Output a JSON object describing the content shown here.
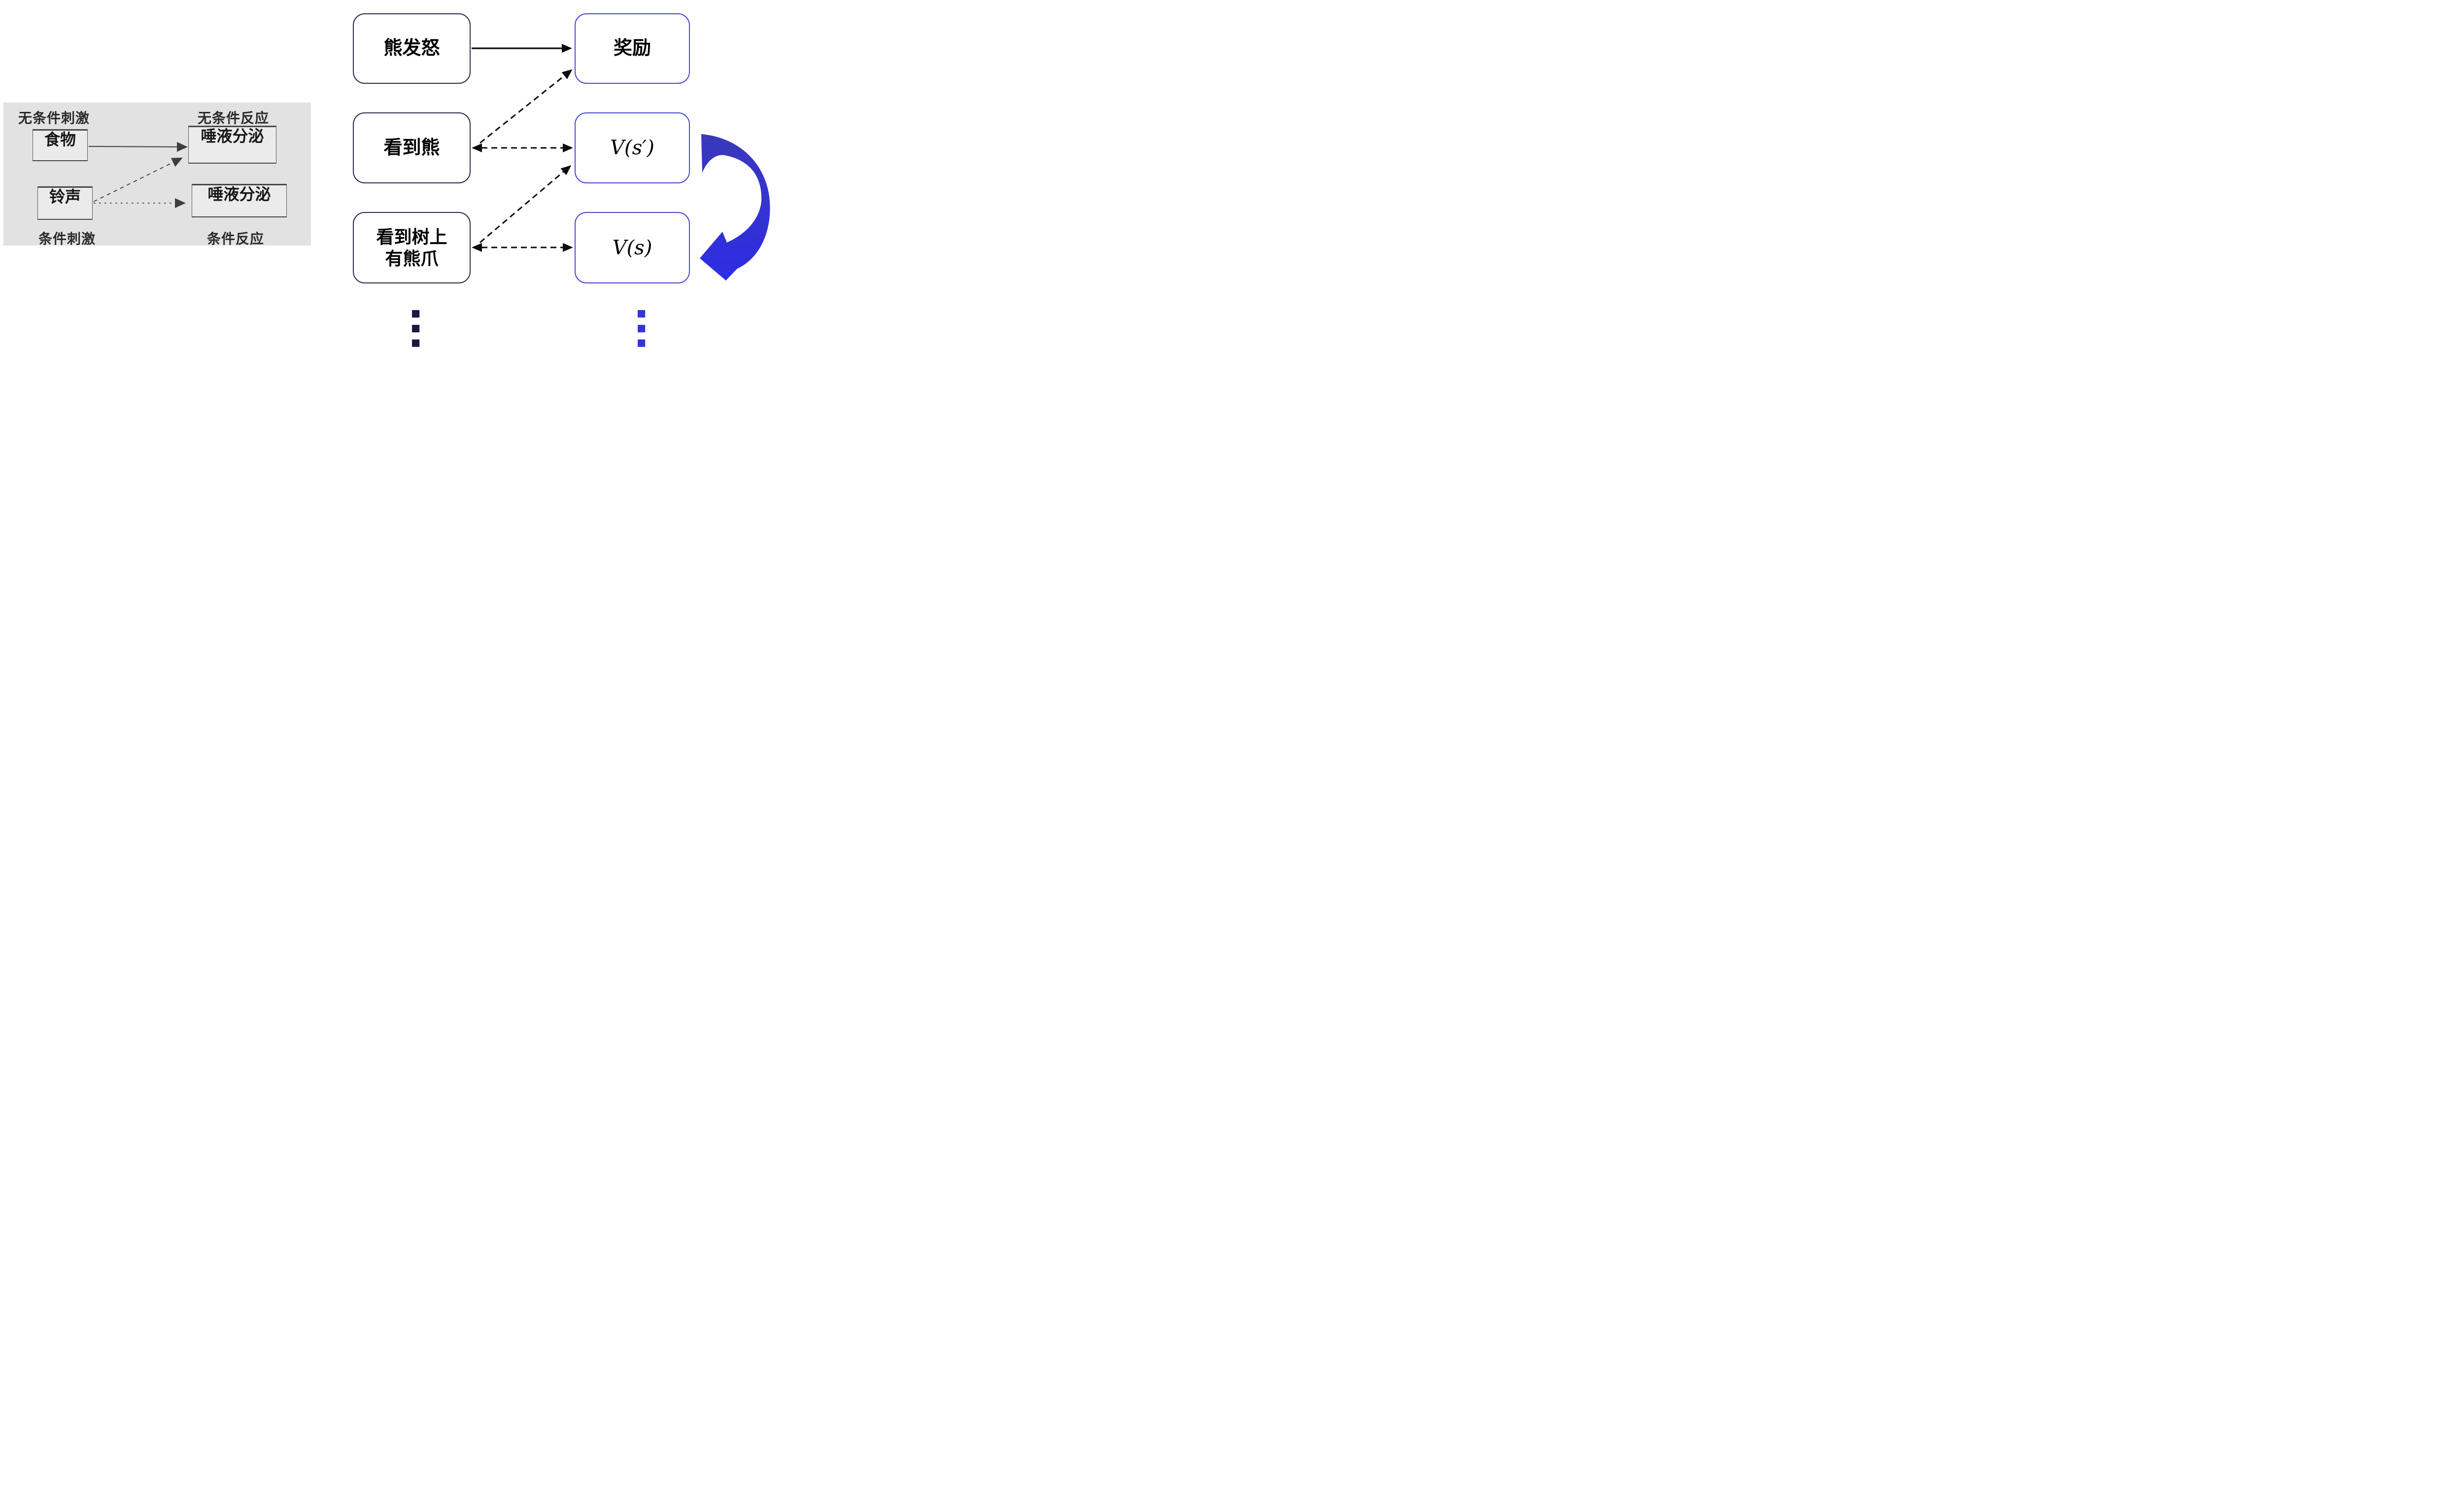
{
  "left_panel": {
    "unconditioned_stimulus_label": "无条件刺激",
    "unconditioned_response_label": "无条件反应",
    "conditioned_stimulus_label": "条件刺激",
    "conditioned_response_label": "条件反应",
    "food_box": "食物",
    "salivation_top_box": "唾液分泌",
    "bell_box": "铃声",
    "salivation_bottom_box": "唾液分泌"
  },
  "td_diagram": {
    "bear_angry_box": "熊发怒",
    "reward_box": "奖励",
    "see_bear_box": "看到熊",
    "value_next_state_box": "V(s′)",
    "see_claw_box_line1": "看到树上",
    "see_claw_box_line2": "有熊爪",
    "value_state_box": "V(s)"
  },
  "colors": {
    "panel_bg": "#e2e2e2",
    "panel_box_bg": "#ecebeb",
    "panel_ink": "#3e3e3e",
    "ink": "#0c0c0c",
    "stim_border": "#2b2b4f",
    "value_border": "#4747d0",
    "ribbon_a": "#3b38bb",
    "ribbon_b": "#2d2de4",
    "dot_dark": "#181842",
    "dot_blue": "#3434dd"
  }
}
